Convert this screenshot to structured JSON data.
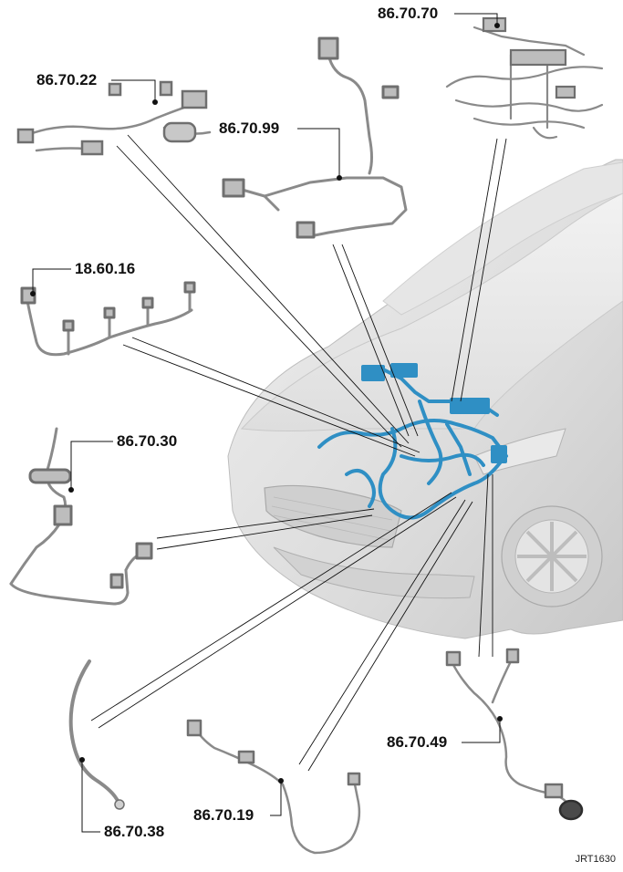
{
  "diagram": {
    "callouts": [
      {
        "id": "c1",
        "label": "86.70.70"
      },
      {
        "id": "c2",
        "label": "86.70.22"
      },
      {
        "id": "c3",
        "label": "86.70.99"
      },
      {
        "id": "c4",
        "label": "18.60.16"
      },
      {
        "id": "c5",
        "label": "86.70.30"
      },
      {
        "id": "c6",
        "label": "86.70.49"
      },
      {
        "id": "c7",
        "label": "86.70.19"
      },
      {
        "id": "c8",
        "label": "86.70.38"
      }
    ],
    "reference": "JRT1630",
    "colors": {
      "harness_installed": "#2f8fc4",
      "harness_part": "#8a8a8a",
      "vehicle": "#d9d9d9",
      "leader_lines": "#111111"
    }
  }
}
